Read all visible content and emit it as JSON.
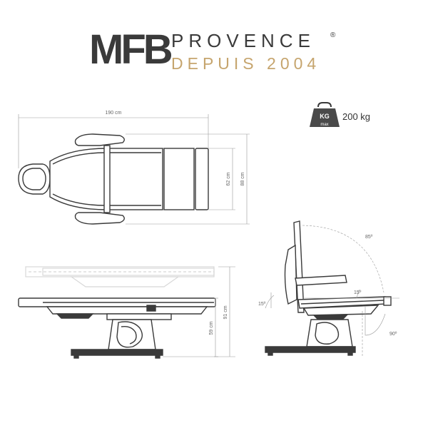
{
  "brand": {
    "mark": "MFB",
    "name": "PROVENCE",
    "registered": "®",
    "tagline": "DEPUIS 2004"
  },
  "weight_badge": {
    "unit": "KG",
    "sub": "max",
    "capacity": "200 kg"
  },
  "dimensions": {
    "length": "190 cm",
    "inner_width": "62 cm",
    "outer_width": "88 cm",
    "min_height": "59 cm",
    "max_height": "91 cm"
  },
  "angles": {
    "backrest": "85º",
    "seat": "15º",
    "tilt": "15º",
    "legrest": "90º"
  },
  "colors": {
    "dark": "#3a3a3a",
    "gold": "#c6a56e",
    "line": "#999999"
  }
}
